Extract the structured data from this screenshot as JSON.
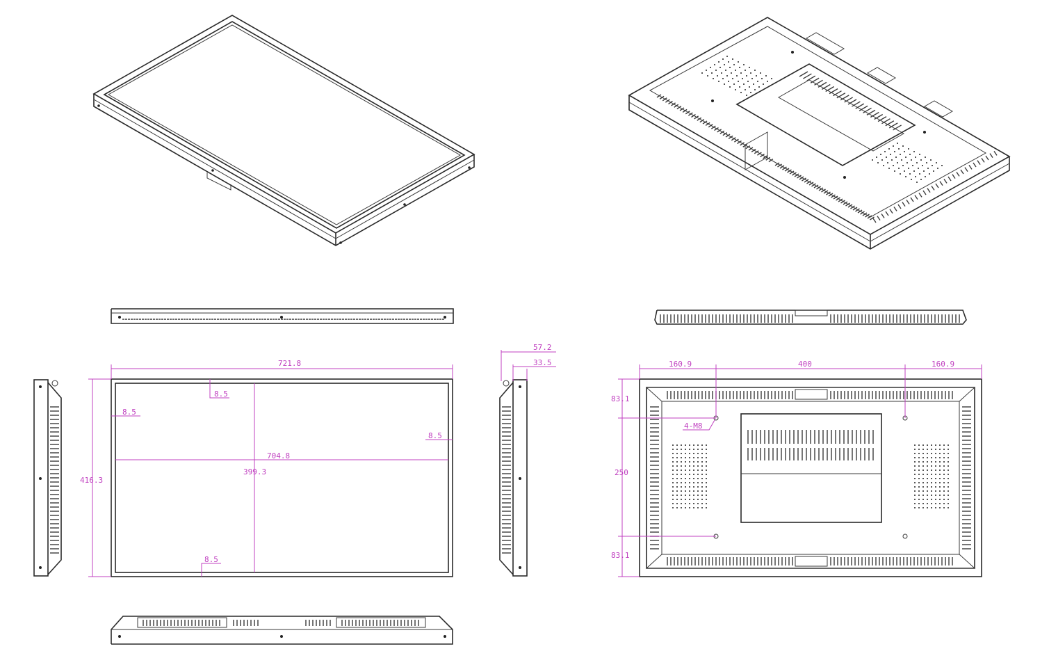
{
  "front_dimensions": {
    "overall_width": "721.8",
    "active_width": "704.8",
    "overall_height": "416.3",
    "active_height": "399.3",
    "bezel_top": "8.5",
    "bezel_left": "8.5",
    "bezel_right": "8.5",
    "bezel_bottom": "8.5"
  },
  "side_dimensions": {
    "total_depth": "57.2",
    "body_depth": "33.5"
  },
  "rear_dimensions": {
    "left_offset": "160.9",
    "vesa_horizontal": "400",
    "right_offset": "160.9",
    "top_offset": "83.1",
    "vesa_vertical": "250",
    "bottom_offset": "83.1",
    "mount_holes": "4-M8"
  }
}
